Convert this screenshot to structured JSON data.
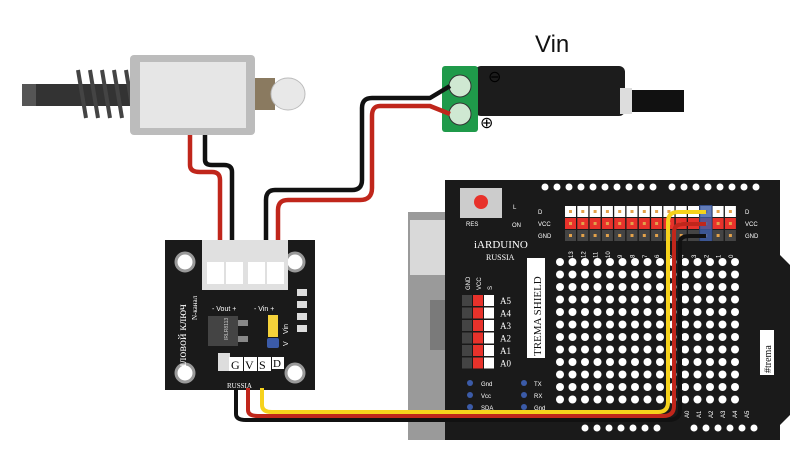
{
  "jack": {
    "label": "Vin",
    "minus": "⊖",
    "plus": "⊕"
  },
  "module": {
    "title": "Силовой ключ",
    "subtitle": "N-канал",
    "vout": "- Vout +",
    "vin": "- Vin +",
    "transistor": "IRLR8113",
    "jumper_v": "V",
    "jumper_vin": "Vin",
    "pins": [
      "G",
      "V",
      "S"
    ],
    "d": "D",
    "maker": "RUSSIA"
  },
  "shield": {
    "res": "RES",
    "led_l": "L",
    "led_on": "ON",
    "brand": "iARDUINO",
    "country": "RUSSIA",
    "name": "TREMA SHIELD",
    "tag": "#trema",
    "rows": [
      "D",
      "VCC",
      "GND"
    ],
    "digital_pins": [
      "13",
      "12",
      "11",
      "10",
      "9",
      "8",
      "7",
      "6",
      "5",
      "4",
      "3",
      "2",
      "1",
      "0"
    ],
    "analog_header": [
      "GND",
      "VCC",
      "S"
    ],
    "analog_pins": [
      "A5",
      "A4",
      "A3",
      "A2",
      "A1",
      "A0"
    ],
    "i2c_left": [
      "Gnd",
      "Vcc",
      "SDA"
    ],
    "uart": [
      "TX",
      "RX",
      "Gnd"
    ],
    "bottom_analog": [
      "A0",
      "A1",
      "A2",
      "A3",
      "A4",
      "A5"
    ]
  },
  "colors": {
    "wire_red": "#c0261b",
    "wire_black": "#111111",
    "wire_yellow": "#f6d21c",
    "terminal_green": "#1f9a4a",
    "pcb": "#1a1a1a"
  }
}
